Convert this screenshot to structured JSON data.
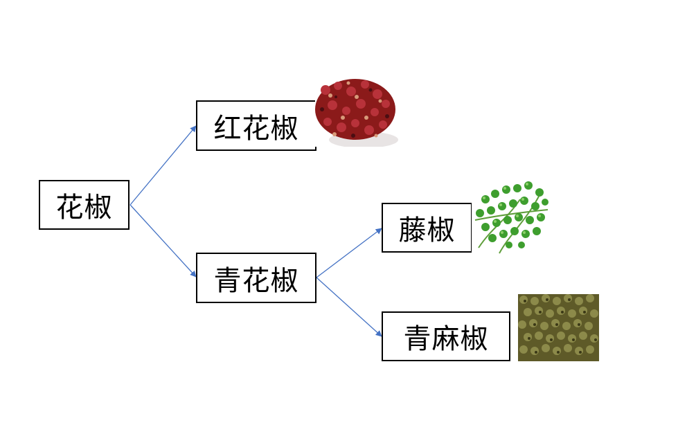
{
  "diagram": {
    "nodes": {
      "root": {
        "label": "花椒"
      },
      "red": {
        "label": "红花椒"
      },
      "green": {
        "label": "青花椒"
      },
      "teng": {
        "label": "藤椒"
      },
      "qingma": {
        "label": "青麻椒"
      }
    },
    "edges": [
      {
        "from": "root",
        "to": "red"
      },
      {
        "from": "root",
        "to": "green"
      },
      {
        "from": "green",
        "to": "teng"
      },
      {
        "from": "green",
        "to": "qingma"
      }
    ],
    "colors": {
      "box_border": "#000000",
      "arrow": "#4472C4",
      "red_pepper": "#8B1A1A",
      "green_pepper": "#3E9E2E",
      "dry_green_pepper": "#6B6A2E"
    }
  }
}
